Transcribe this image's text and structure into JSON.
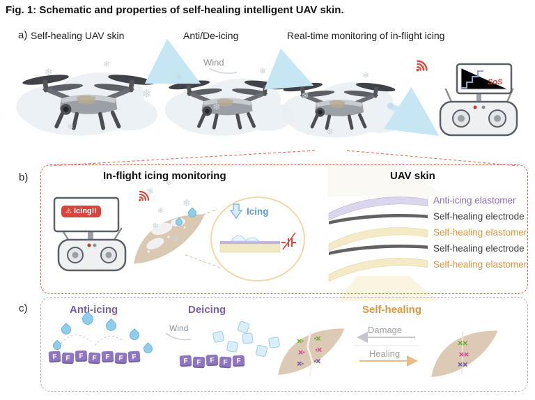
{
  "figure": {
    "caption": "Fig. 1: Schematic and properties of self-healing intelligent UAV skin."
  },
  "icons": {
    "snowflake_glyph": "❄",
    "warning_glyph": "⚠"
  },
  "colors": {
    "purple_accent": "#7b5ea7",
    "orange_accent": "#e0953c",
    "red_alert": "#d9453a",
    "blue_icing": "#5b9bd5",
    "panel_b_border": "#dd5f4b",
    "panel_c_border": "#b5a3d4"
  },
  "panel_a": {
    "label": "a)",
    "headings": [
      "Self-healing UAV skin",
      "Anti/De-icing",
      "Real-time monitoring of in-flight icing"
    ],
    "wind_label": "Wind",
    "controller_screen_text": "SoS"
  },
  "panel_b": {
    "label": "b)",
    "title_left": "In-flight icing monitoring",
    "title_right": "UAV skin",
    "alert_text": "Icing!!",
    "icing_label": "Icing",
    "layers": [
      {
        "label": "Anti-icing elastomer",
        "color": "#8a6bb5"
      },
      {
        "label": "Self-healing electrode",
        "color": "#3a3a3a"
      },
      {
        "label": "Self-healing elastomer",
        "color": "#e0953c"
      },
      {
        "label": "Self-healing electrode",
        "color": "#3a3a3a"
      },
      {
        "label": "Self-healing elastomer",
        "color": "#e0953c"
      }
    ]
  },
  "panel_c": {
    "label": "c)",
    "headings": [
      {
        "label": "Anti-icing",
        "color": "#7b5ea7"
      },
      {
        "label": "Deicing",
        "color": "#7b5ea7"
      },
      {
        "label": "Self-healing",
        "color": "#e0953c"
      }
    ],
    "wind_label": "Wind",
    "damage_label": "Damage",
    "healing_label": "Healing",
    "fluorine_label": "F"
  }
}
